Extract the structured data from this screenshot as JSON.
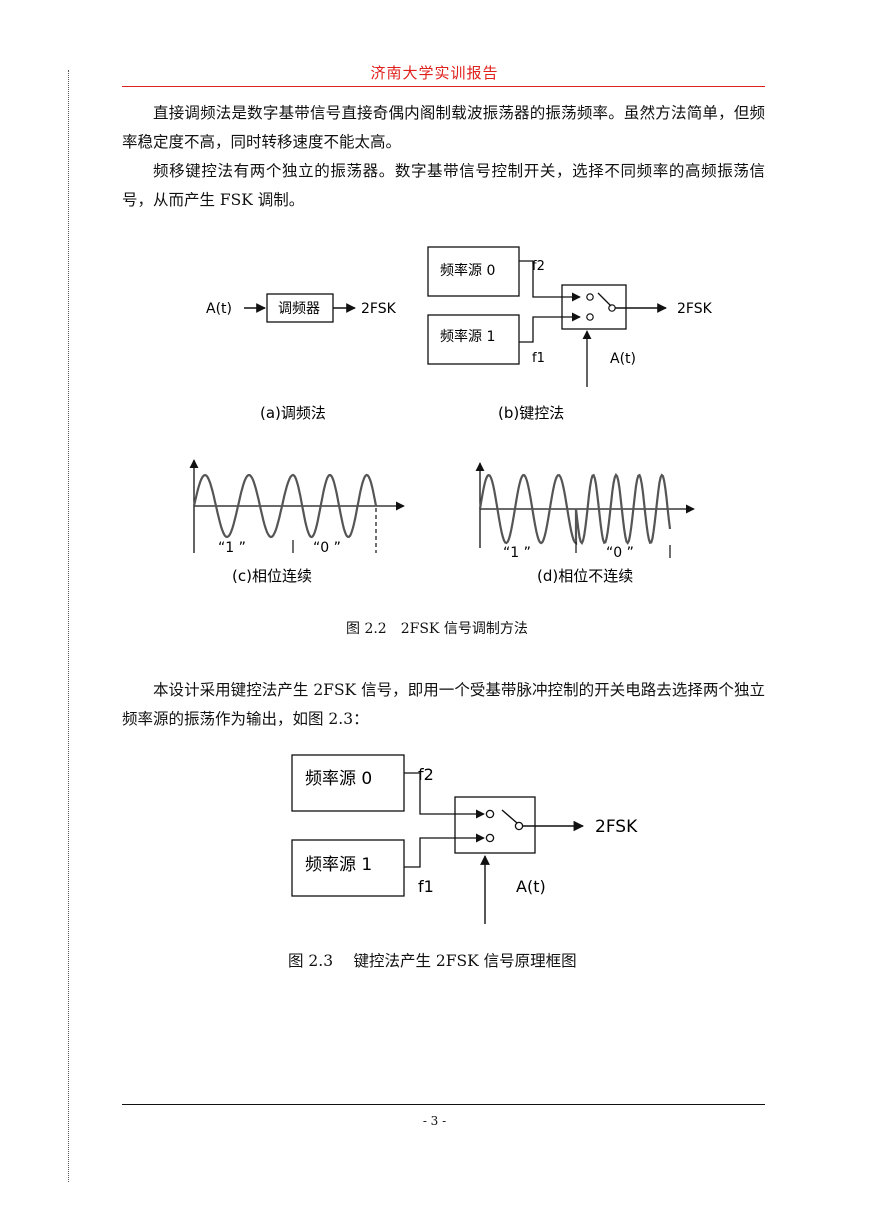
{
  "header": {
    "title": "济南大学实训报告"
  },
  "paragraphs": {
    "p1": "直接调频法是数字基带信号直接奇偶内阁制载波振荡器的振荡频率。虽然方法简单，但频率稳定度不高，同时转移速度不能太高。",
    "p2": "频移键控法有两个独立的振荡器。数字基带信号控制开关，选择不同频率的高频振荡信号，从而产生 FSK 调制。",
    "p3": "本设计采用键控法产生 2FSK 信号，即用一个受基带脉冲控制的开关电路去选择两个独立频率源的振荡作为输出，如图 2.3："
  },
  "fig22": {
    "a": {
      "input": "A(t)",
      "block": "调频器",
      "output": "2FSK",
      "caption": "(a)调频法"
    },
    "b": {
      "src0": "频率源 0",
      "src1": "频率源 1",
      "f2": "f2",
      "f1": "f1",
      "output": "2FSK",
      "ctrl": "A(t)",
      "caption": "(b)键控法"
    },
    "c": {
      "bit1": "“1 ”",
      "bit0": "“0 ”",
      "caption": "(c)相位连续"
    },
    "d": {
      "bit1": "“1 ”",
      "bit0": "“0 ”",
      "caption": "(d)相位不连续"
    },
    "caption": "图 2.2　2FSK 信号调制方法"
  },
  "fig23": {
    "src0": "频率源 0",
    "src1": "频率源 1",
    "f2": "f2",
    "f1": "f1",
    "output": "2FSK",
    "ctrl": "A(t)",
    "caption": "图 2.3　 键控法产生 2FSK 信号原理框图"
  },
  "footer": {
    "page_number": "- 3 -"
  }
}
